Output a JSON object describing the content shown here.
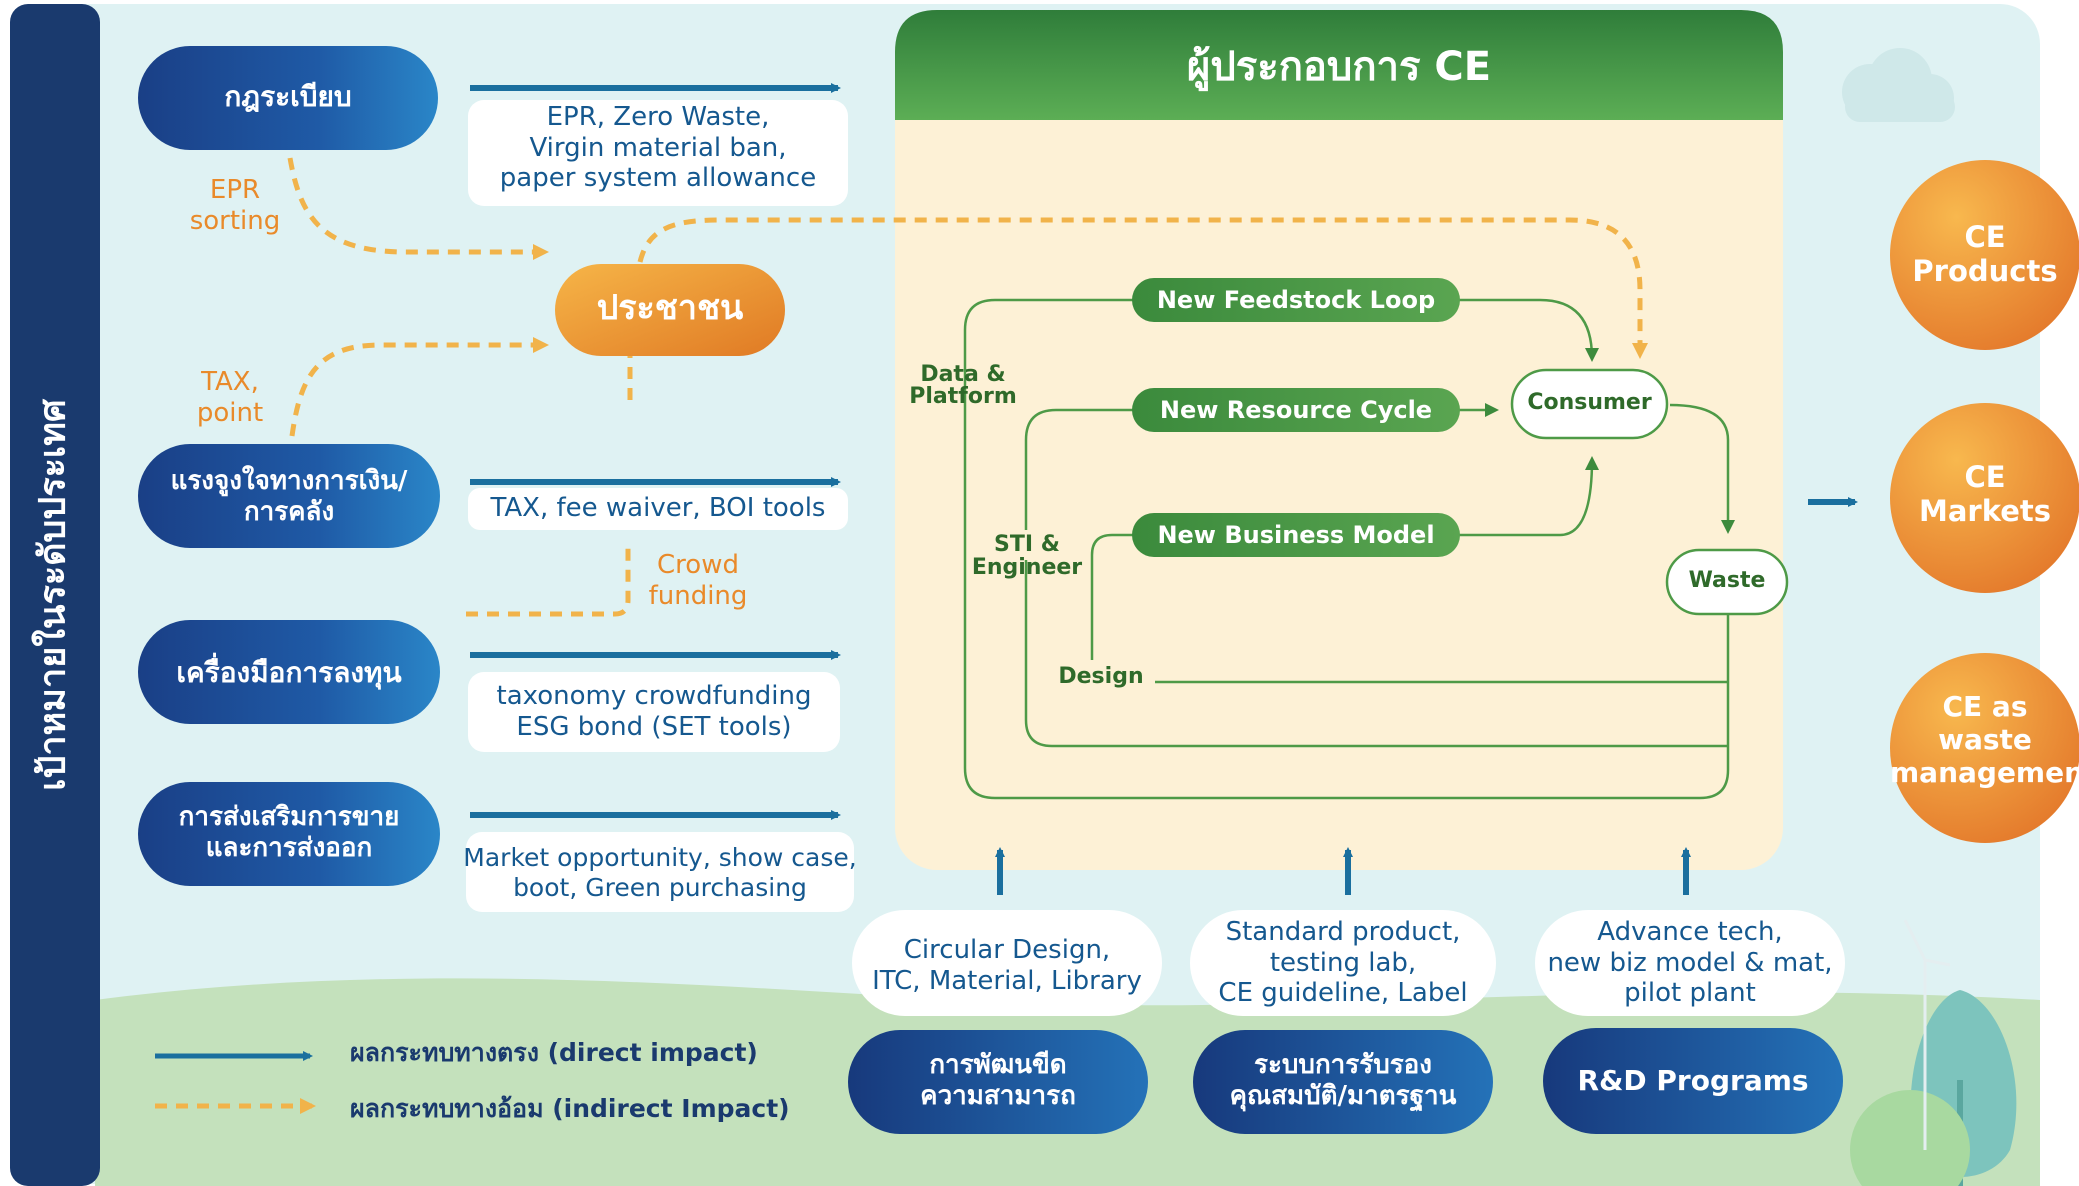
{
  "sidebar": {
    "label": "เป้าหมายในระดับประเทศ"
  },
  "ce_operator": {
    "title": "ผู้ประกอบการ CE"
  },
  "policies": [
    {
      "label": "กฎระเบียบ",
      "detail": "EPR, Zero Waste,\nVirgin material ban,\npaper system allowance"
    },
    {
      "label": "แรงจูงใจทางการเงิน/\nการคลัง",
      "detail": "TAX, fee waiver, BOI tools"
    },
    {
      "label": "เครื่องมือการลงทุน",
      "detail": "taxonomy crowdfunding\nESG bond (SET tools)"
    },
    {
      "label": "การส่งเสริมการขาย\nและการส่งออก",
      "detail": "Market opportunity, show case,\nboot, Green purchasing"
    }
  ],
  "people": {
    "label": "ประชาชน"
  },
  "indirect_labels": {
    "epr_sorting": "EPR\nsorting",
    "tax_point": "TAX,\npoint",
    "crowd_funding": "Crowd\nfunding"
  },
  "loops": {
    "feedstock": "New Feedstock Loop",
    "resource": "New Resource Cycle",
    "business": "New Business Model",
    "data_platform": "Data &\nPlatform",
    "sti_engineer": "STI &\nEngineer",
    "design": "Design",
    "consumer": "Consumer",
    "waste": "Waste"
  },
  "outcomes": [
    {
      "label": "CE\nProducts"
    },
    {
      "label": "CE\nMarkets"
    },
    {
      "label": "CE as\nwaste\nmanagement"
    }
  ],
  "support": [
    {
      "detail": "Circular Design,\nITC, Material, Library",
      "label": "การพัฒนขีด\nความสามารถ"
    },
    {
      "detail": "Standard product,\ntesting lab,\nCE guideline, Label",
      "label": "ระบบการรับรอง\nคุณสมบัติ/มาตรฐาน"
    },
    {
      "detail": "Advance tech,\nnew biz model & mat,\npilot plant",
      "label": "R&D Programs"
    }
  ],
  "legend": {
    "direct": "ผลกระทบทางตรง (direct impact)",
    "indirect": "ผลกระทบทางอ้อม (indirect Impact)"
  },
  "colors": {
    "navy": "#1a3a6e",
    "teal_bg": "#dff2f3",
    "arrow_blue": "#1a6f9e",
    "orange": "#e98a2a",
    "green": "#4e9a47",
    "cream": "#fdf1d6"
  }
}
